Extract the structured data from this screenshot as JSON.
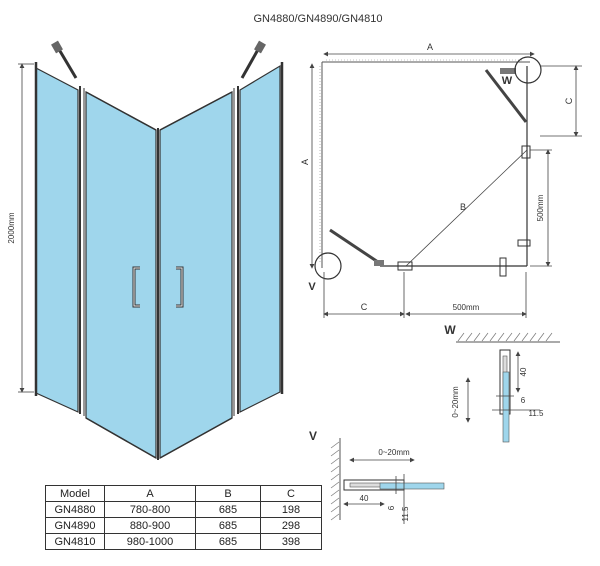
{
  "header": {
    "title": "GN4880/GN4890/GN4810"
  },
  "front_view": {
    "height_label": "2000mm"
  },
  "plan_view": {
    "label_a_top": "A",
    "label_a_side": "A",
    "label_b": "B",
    "label_c_right": "C",
    "label_c_bottom": "C",
    "dim_500_bottom": "500mm",
    "dim_500_right": "500mm",
    "marker_w": "W",
    "marker_v": "V"
  },
  "detail_w": {
    "title": "W",
    "dim_40": "40",
    "dim_0_20": "0~20mm",
    "dim_6": "6",
    "dim_11_5": "11.5"
  },
  "detail_v": {
    "title": "V",
    "dim_0_20": "0~20mm",
    "dim_40": "40",
    "dim_6": "6",
    "dim_11_5": "11.5"
  },
  "spec_table": {
    "headers": [
      "Model",
      "A",
      "B",
      "C"
    ],
    "rows": [
      [
        "GN4880",
        "780-800",
        "685",
        "198"
      ],
      [
        "GN4890",
        "880-900",
        "685",
        "298"
      ],
      [
        "GN4810",
        "980-1000",
        "685",
        "398"
      ]
    ]
  },
  "colors": {
    "glass": "#9fd6ec",
    "frame": "#333333",
    "line": "#444444"
  }
}
